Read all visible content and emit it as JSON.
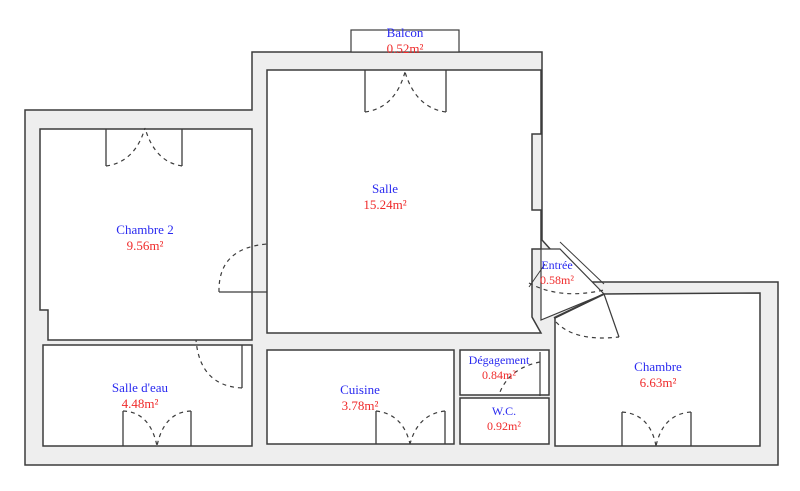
{
  "plan": {
    "wall_fill": "#eeeeee",
    "line_color": "#3c3c3c",
    "room_fill": "#ffffff",
    "label_color": "#2a2af0",
    "area_color": "#ef2a2a",
    "area_unit": "m²"
  },
  "rooms": {
    "balcon": {
      "name": "Balcon",
      "area": "0.52m²"
    },
    "salle": {
      "name": "Salle",
      "area": "15.24m²"
    },
    "chambre2": {
      "name": "Chambre 2",
      "area": "9.56m²"
    },
    "entree": {
      "name": "Entrée",
      "area": "0.58m²"
    },
    "chambre": {
      "name": "Chambre",
      "area": "6.63m²"
    },
    "salle_eau": {
      "name": "Salle d'eau",
      "area": "4.48m²"
    },
    "cuisine": {
      "name": "Cuisine",
      "area": "3.78m²"
    },
    "degagement": {
      "name": "Dégagement",
      "area": "0.84m²"
    },
    "wc": {
      "name": "W.C.",
      "area": "0.92m²"
    }
  }
}
